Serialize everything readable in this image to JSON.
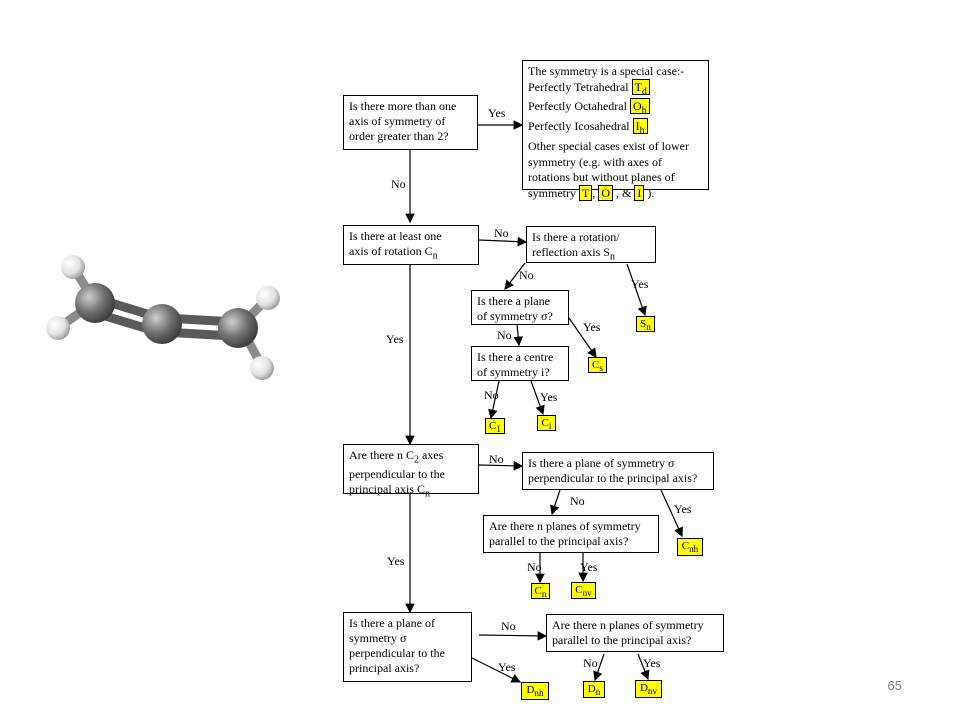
{
  "page_number": "65",
  "questions": {
    "q1": [
      "Is there more than one",
      "axis  of symmetry of",
      "order greater than 2?"
    ],
    "q2": [
      "Is there at least one",
      "axis of rotation C<sub>n</sub>"
    ],
    "q3": [
      "Are there n C<sub>2</sub> axes",
      "perpendicular to the",
      "principal axis C<sub>n</sub>"
    ],
    "q4": [
      "Is there a plane of",
      "symmetry σ",
      "perpendicular to the",
      "principal axis?"
    ],
    "q5": [
      "Is there a rotation/",
      "reflection axis S<sub>n</sub>"
    ],
    "q6": [
      "Is there a plane",
      "of symmetry σ?"
    ],
    "q7": [
      "Is there a centre",
      "of symmetry i?"
    ],
    "q8": [
      "Is there a plane of symmetry σ",
      "perpendicular to the principal axis?"
    ],
    "q9": [
      "Are there n planes of symmetry",
      "parallel to the principal axis?"
    ],
    "q10": [
      "Are there n planes of symmetry",
      "parallel to the principal axis?"
    ]
  },
  "special": {
    "line1": "The symmetry is a special case:-",
    "tet": "Perfectly Tetrahedral",
    "oct": "Perfectly Octahedral",
    "ico": "Perfectly Icosahedral",
    "other1": "Other special cases exist of lower",
    "other2": "symmetry (e.g. with axes of",
    "other3": "rotations but without planes of",
    "other4_pre": "symmetry",
    "td": "T<sub>d</sub>",
    "oh": "O<sub>h</sub>",
    "ih": "I<sub>h</sub>",
    "t": "T",
    "o": "O",
    "i": "I"
  },
  "answers": {
    "sn": "S<sub>n</sub>",
    "cs": "C<sub>s</sub>",
    "c1": "C<sub>1</sub>",
    "ci": "C<sub>i</sub>",
    "cnh": "C<sub>nh</sub>",
    "cn": "C<sub>n</sub>",
    "cnv": "C<sub>nv</sub>",
    "dnh": "D<sub>nh</sub>",
    "dn": "D<sub>n</sub>",
    "dnv": "D<sub>nv</sub>"
  },
  "labels": {
    "yes": "Yes",
    "no": "No"
  },
  "colors": {
    "answer_fill": "#ffff00",
    "carbon": "#7a7a7a",
    "hydrogen": "#e8e8e8"
  }
}
